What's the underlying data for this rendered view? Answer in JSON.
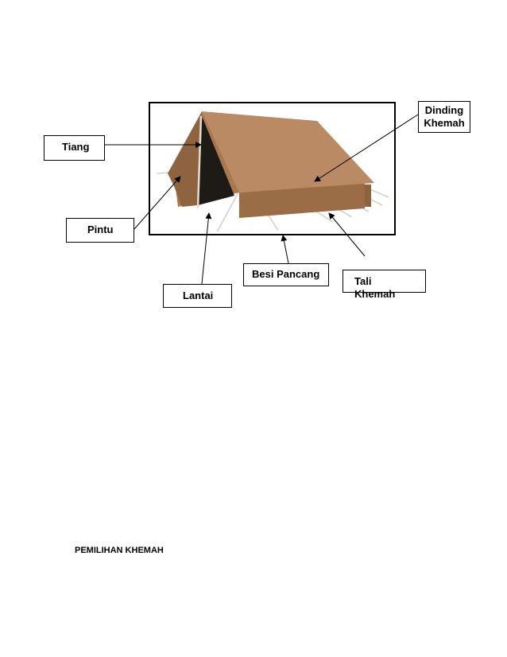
{
  "labels": {
    "dinding": "Dinding Khemah",
    "tiang": "Tiang",
    "pintu": "Pintu",
    "lantai": "Lantai",
    "besi_pancang": "Besi Pancang",
    "tali_khemah": "Tali Khemah"
  },
  "heading": "PEMILIHAN KHEMAH",
  "colors": {
    "canvas_light": "#b98a63",
    "canvas_mid": "#a8784f",
    "canvas_dark": "#8e6440",
    "interior": "#1e1b17",
    "rope": "#d7d0c5"
  }
}
